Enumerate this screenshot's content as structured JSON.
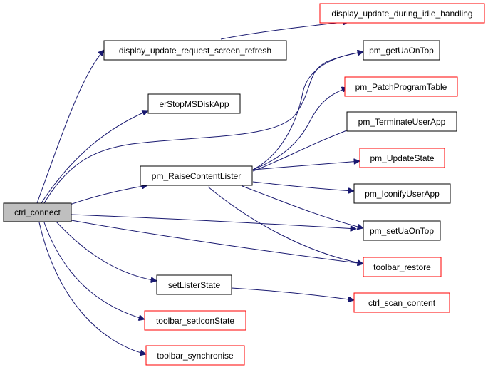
{
  "graph": {
    "nodes": [
      {
        "id": "ctrl_connect",
        "label": "ctrl_connect",
        "fill": "#bfbfbf",
        "border": "#000000"
      },
      {
        "id": "display_update_during_idle_handling",
        "label": "display_update_during_idle_handling",
        "fill": "#ffffff",
        "border": "#ff0000"
      },
      {
        "id": "display_update_request_screen_refresh",
        "label": "display_update_request_screen_refresh",
        "fill": "#ffffff",
        "border": "#000000"
      },
      {
        "id": "pm_getUaOnTop",
        "label": "pm_getUaOnTop",
        "fill": "#ffffff",
        "border": "#000000"
      },
      {
        "id": "erStopMSDiskApp",
        "label": "erStopMSDiskApp",
        "fill": "#ffffff",
        "border": "#000000"
      },
      {
        "id": "pm_PatchProgramTable",
        "label": "pm_PatchProgramTable",
        "fill": "#ffffff",
        "border": "#ff0000"
      },
      {
        "id": "pm_TerminateUserApp",
        "label": "pm_TerminateUserApp",
        "fill": "#ffffff",
        "border": "#000000"
      },
      {
        "id": "pm_RaiseContentLister",
        "label": "pm_RaiseContentLister",
        "fill": "#ffffff",
        "border": "#000000"
      },
      {
        "id": "pm_UpdateState",
        "label": "pm_UpdateState",
        "fill": "#ffffff",
        "border": "#ff0000"
      },
      {
        "id": "pm_IconifyUserApp",
        "label": "pm_IconifyUserApp",
        "fill": "#ffffff",
        "border": "#000000"
      },
      {
        "id": "pm_setUaOnTop",
        "label": "pm_setUaOnTop",
        "fill": "#ffffff",
        "border": "#000000"
      },
      {
        "id": "toolbar_restore",
        "label": "toolbar_restore",
        "fill": "#ffffff",
        "border": "#ff0000"
      },
      {
        "id": "setListerState",
        "label": "setListerState",
        "fill": "#ffffff",
        "border": "#000000"
      },
      {
        "id": "ctrl_scan_content",
        "label": "ctrl_scan_content",
        "fill": "#ffffff",
        "border": "#ff0000"
      },
      {
        "id": "toolbar_setIconState",
        "label": "toolbar_setIconState",
        "fill": "#ffffff",
        "border": "#ff0000"
      },
      {
        "id": "toolbar_synchronise",
        "label": "toolbar_synchronise",
        "fill": "#ffffff",
        "border": "#ff0000"
      }
    ],
    "edges": [
      {
        "from": "ctrl_connect",
        "to": "display_update_request_screen_refresh"
      },
      {
        "from": "ctrl_connect",
        "to": "erStopMSDiskApp"
      },
      {
        "from": "ctrl_connect",
        "to": "pm_getUaOnTop"
      },
      {
        "from": "ctrl_connect",
        "to": "pm_RaiseContentLister"
      },
      {
        "from": "ctrl_connect",
        "to": "pm_setUaOnTop"
      },
      {
        "from": "ctrl_connect",
        "to": "toolbar_restore"
      },
      {
        "from": "ctrl_connect",
        "to": "setListerState"
      },
      {
        "from": "ctrl_connect",
        "to": "toolbar_setIconState"
      },
      {
        "from": "ctrl_connect",
        "to": "toolbar_synchronise"
      },
      {
        "from": "display_update_request_screen_refresh",
        "to": "display_update_during_idle_handling"
      },
      {
        "from": "pm_RaiseContentLister",
        "to": "pm_getUaOnTop"
      },
      {
        "from": "pm_RaiseContentLister",
        "to": "pm_PatchProgramTable"
      },
      {
        "from": "pm_RaiseContentLister",
        "to": "pm_TerminateUserApp"
      },
      {
        "from": "pm_RaiseContentLister",
        "to": "pm_UpdateState"
      },
      {
        "from": "pm_RaiseContentLister",
        "to": "pm_IconifyUserApp"
      },
      {
        "from": "pm_RaiseContentLister",
        "to": "pm_setUaOnTop"
      },
      {
        "from": "pm_RaiseContentLister",
        "to": "toolbar_restore"
      },
      {
        "from": "setListerState",
        "to": "ctrl_scan_content"
      }
    ],
    "edge_color": "#191970"
  }
}
